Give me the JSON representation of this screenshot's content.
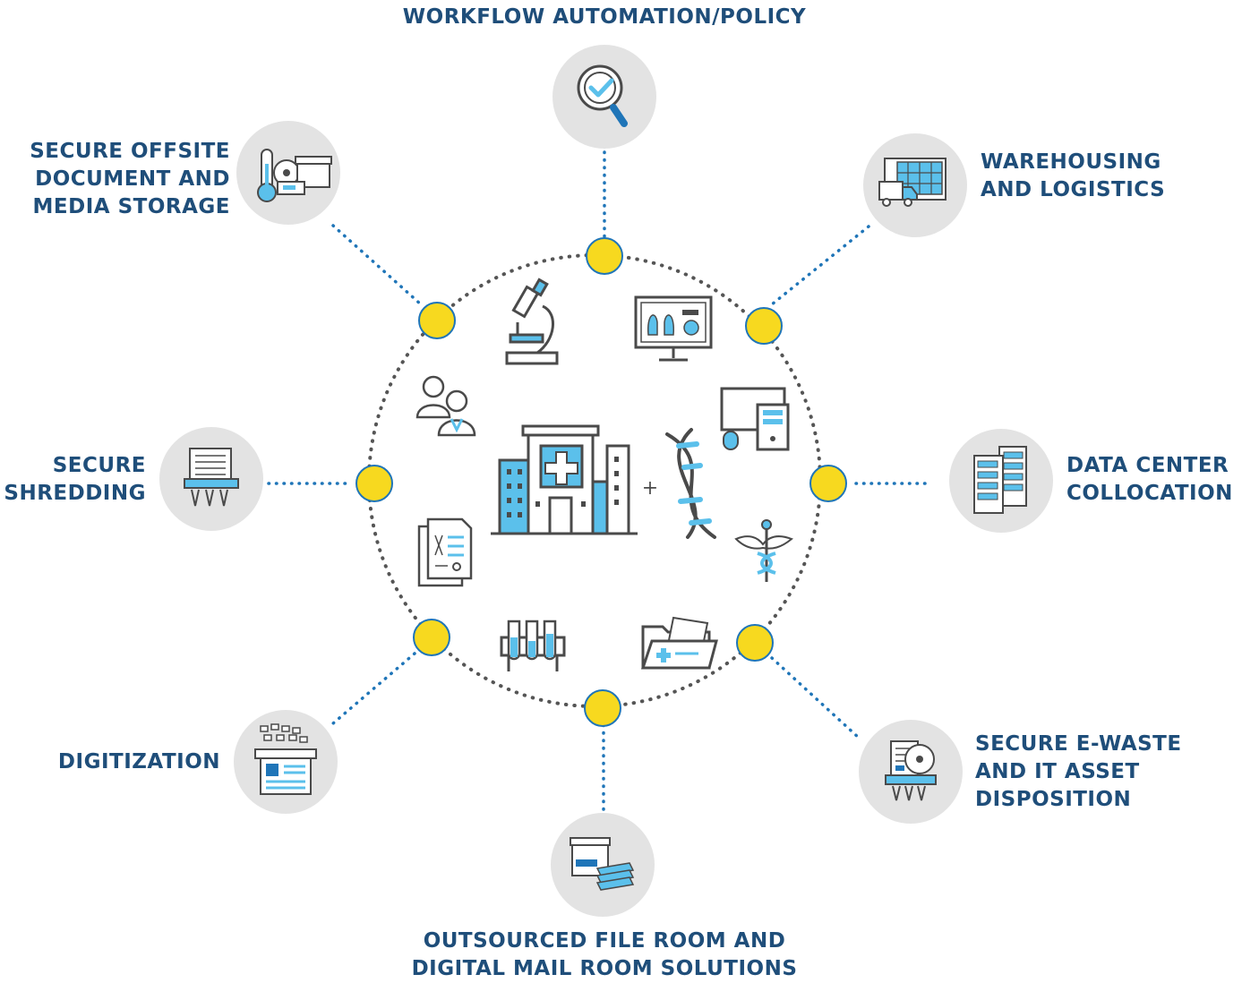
{
  "colors": {
    "text": "#1f4e7a",
    "dot_yellow": "#f7d91f",
    "dot_border": "#1f75b8",
    "connector": "#1f75b8",
    "ring": "#555555",
    "circle_bg": "#e3e3e3",
    "icon_stroke": "#4a4a4a",
    "icon_accent": "#5bc0eb"
  },
  "center": {
    "icon": "hospital-icon",
    "plus_sign": "+",
    "surrounding_icons": [
      "microscope-icon",
      "xray-monitor-icon",
      "desktop-computer-icon",
      "dna-icon",
      "caduceus-icon",
      "medical-folder-icon",
      "test-tubes-icon",
      "medical-report-icon",
      "doctors-icon"
    ]
  },
  "services": [
    {
      "id": "workflow",
      "icon": "magnifier-check-icon",
      "lines": [
        "WORKFLOW AUTOMATION/POLICY"
      ]
    },
    {
      "id": "warehousing",
      "icon": "warehouse-truck-icon",
      "lines": [
        "WAREHOUSING",
        "AND LOGISTICS"
      ]
    },
    {
      "id": "datacenter",
      "icon": "server-rack-icon",
      "lines": [
        "DATA CENTER",
        "COLLOCATION"
      ]
    },
    {
      "id": "ewaste",
      "icon": "ewaste-shredder-icon",
      "lines": [
        "SECURE E-WASTE",
        "AND IT ASSET",
        "DISPOSITION"
      ]
    },
    {
      "id": "fileroom",
      "icon": "file-boxes-icon",
      "lines": [
        "OUTSOURCED FILE ROOM AND",
        "DIGITAL MAIL ROOM SOLUTIONS"
      ]
    },
    {
      "id": "digitization",
      "icon": "scanner-icon",
      "lines": [
        "DIGITIZATION"
      ]
    },
    {
      "id": "shredding",
      "icon": "shredder-icon",
      "lines": [
        "SECURE",
        "SHREDDING"
      ]
    },
    {
      "id": "storage",
      "icon": "storage-boxes-icon",
      "lines": [
        "SECURE OFFSITE",
        "DOCUMENT AND",
        "MEDIA STORAGE"
      ]
    }
  ]
}
